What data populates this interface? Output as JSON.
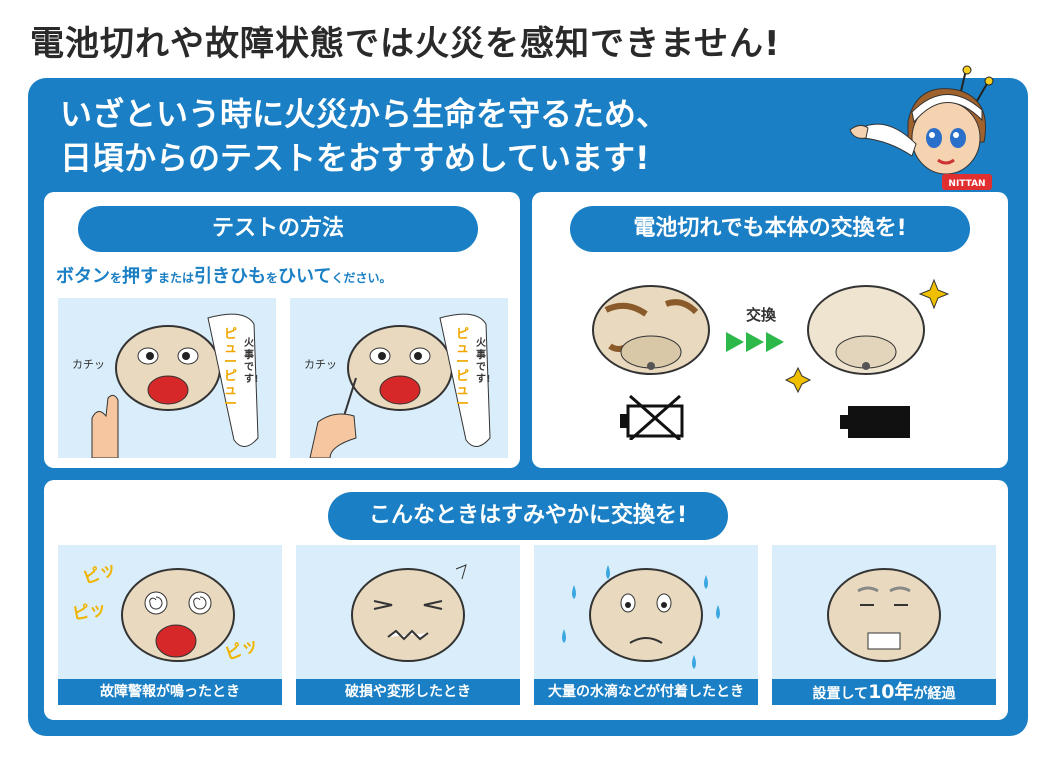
{
  "top_title": "電池切れや故障状態では火災を感知できません!",
  "headline": {
    "line1": "いざという時に火災から生命を守るため、",
    "line2": "日頃からのテストをおすすめしています!"
  },
  "mascot": {
    "badge": "NITTAN"
  },
  "test_section": {
    "title": "テストの方法",
    "instruction": {
      "part1": "ボタン",
      "part2": "を",
      "part3": "押す",
      "part4": "または",
      "part5": "引きひも",
      "part6": "を",
      "part7": "ひいて",
      "part8": "ください。"
    },
    "click_sound": "カチッ",
    "beep_text": "ピューピュー",
    "beep_text2": "ピューピュー",
    "voice_text": "火事です!"
  },
  "replace_section": {
    "title": "電池切れでも本体の交換を!",
    "arrow_label": "交換"
  },
  "conditions_section": {
    "title": "こんなときはすみやかに交換を!",
    "items": [
      {
        "label": "故障警報が鳴ったとき",
        "sound1": "ピッ",
        "sound2": "ピッ",
        "sound3": "ピッ"
      },
      {
        "label": "破損や変形したとき"
      },
      {
        "label": "大量の水滴などが付着したとき"
      },
      {
        "label_pre": "設置して",
        "label_num": "10年",
        "label_post": "が経過"
      }
    ]
  },
  "colors": {
    "brand_blue": "#1a7fc4",
    "light_blue": "#d9eefa",
    "arrow_green": "#2db84a"
  }
}
